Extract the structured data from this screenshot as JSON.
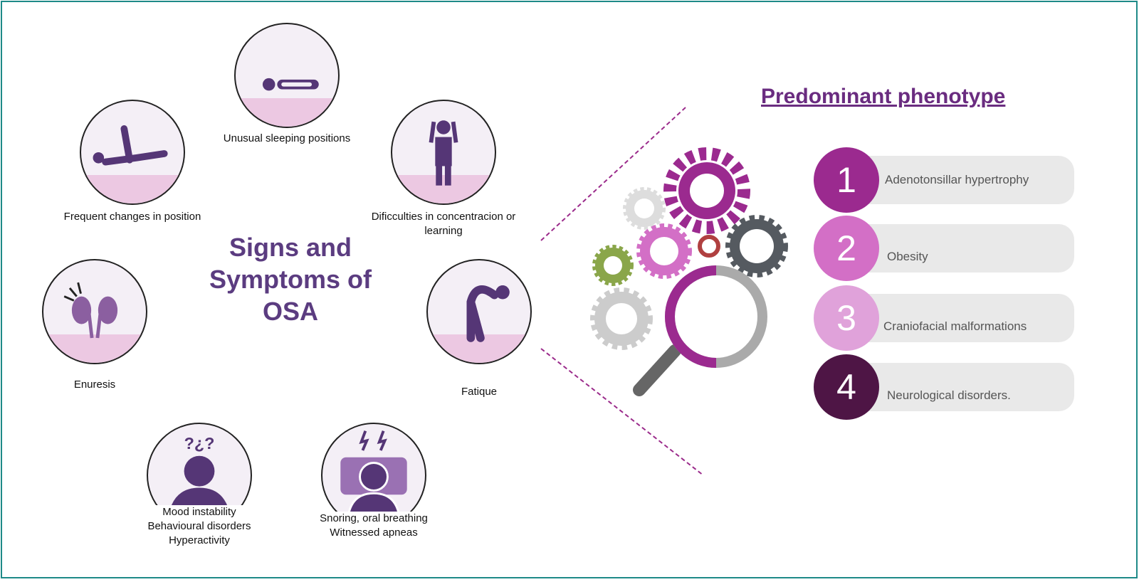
{
  "title": "Signs and Symptoms of OSA",
  "symptoms": [
    {
      "label": "Unusual sleeping positions",
      "icon": "lying-person-icon"
    },
    {
      "label": "Frequent changes in position",
      "icon": "tossing-person-icon"
    },
    {
      "label": "Dificculties in concentracion or learning",
      "icon": "stressed-person-icon"
    },
    {
      "label": "Enuresis",
      "icon": "kidneys-icon"
    },
    {
      "label": "Fatique",
      "icon": "tired-person-icon"
    },
    {
      "label": "Mood instability\nBehavioural disorders\nHyperactivity",
      "icon": "confused-person-icon"
    },
    {
      "label": "Snoring, oral breathing\nWitnessed apneas",
      "icon": "sleeper-pillow-icon"
    }
  ],
  "phenotype": {
    "heading": "Predominant phenotype",
    "items": [
      {
        "num": "1",
        "text": "Adenotonsillar hypertrophy",
        "color": "#9b2a8f"
      },
      {
        "num": "2",
        "text": "Obesity",
        "color": "#d36fc6"
      },
      {
        "num": "3",
        "text": "Craniofacial malformations",
        "color": "#e0a2da"
      },
      {
        "num": "4",
        "text": "Neurological disorders.",
        "color": "#4e1545"
      }
    ]
  },
  "colors": {
    "accent": "#5b3c80",
    "border": "#1e8a88",
    "dash": "#9b2b8b"
  }
}
